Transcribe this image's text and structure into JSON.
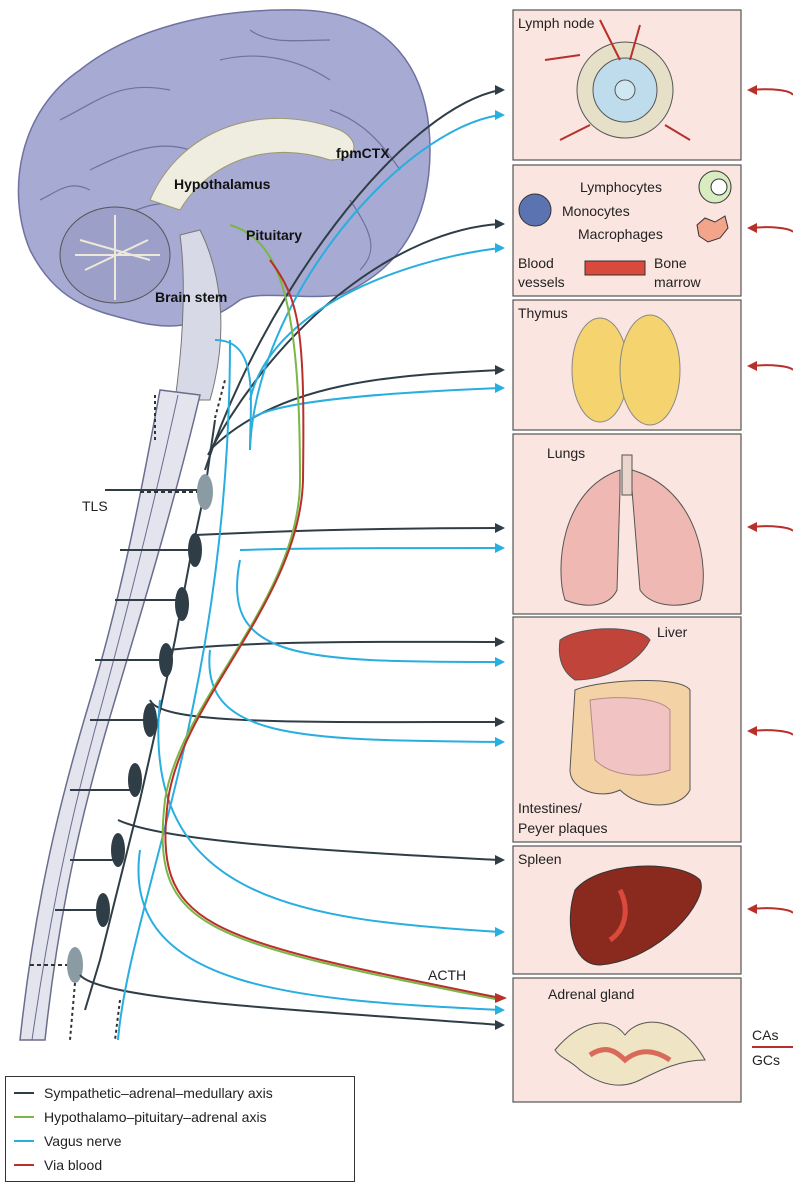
{
  "brain_labels": {
    "fpmctx": "fpmCTX",
    "hypothalamus": "Hypothalamus",
    "pituitary": "Pituitary",
    "brain_stem": "Brain stem",
    "tls": "TLS",
    "acth": "ACTH"
  },
  "panels": {
    "lymph_node": "Lymph node",
    "lymphocytes": "Lymphocytes",
    "monocytes": "Monocytes",
    "macrophages": "Macrophages",
    "blood_vessels_1": "Blood",
    "blood_vessels_2": "vessels",
    "bone_marrow_1": "Bone",
    "bone_marrow_2": "marrow",
    "thymus": "Thymus",
    "lungs": "Lungs",
    "liver": "Liver",
    "intestines_1": "Intestines/",
    "intestines_2": "Peyer plaques",
    "spleen": "Spleen",
    "adrenal": "Adrenal gland"
  },
  "outputs": {
    "cas": "CAs",
    "gcs": "GCs"
  },
  "legend": [
    {
      "label": "Sympathetic–adrenal–medullary axis",
      "color": "#2f3e46"
    },
    {
      "label": "Hypothalamo–pituitary–adrenal axis",
      "color": "#7ab648"
    },
    {
      "label": "Vagus nerve",
      "color": "#29aee0"
    },
    {
      "label": "Via blood",
      "color": "#b8302a"
    }
  ],
  "colors": {
    "sympathetic": "#2f3e46",
    "hpa": "#7ab648",
    "vagus": "#29aee0",
    "blood": "#b8302a",
    "brain": "#a7aad2",
    "panel_bg": "#fbe5e0"
  }
}
